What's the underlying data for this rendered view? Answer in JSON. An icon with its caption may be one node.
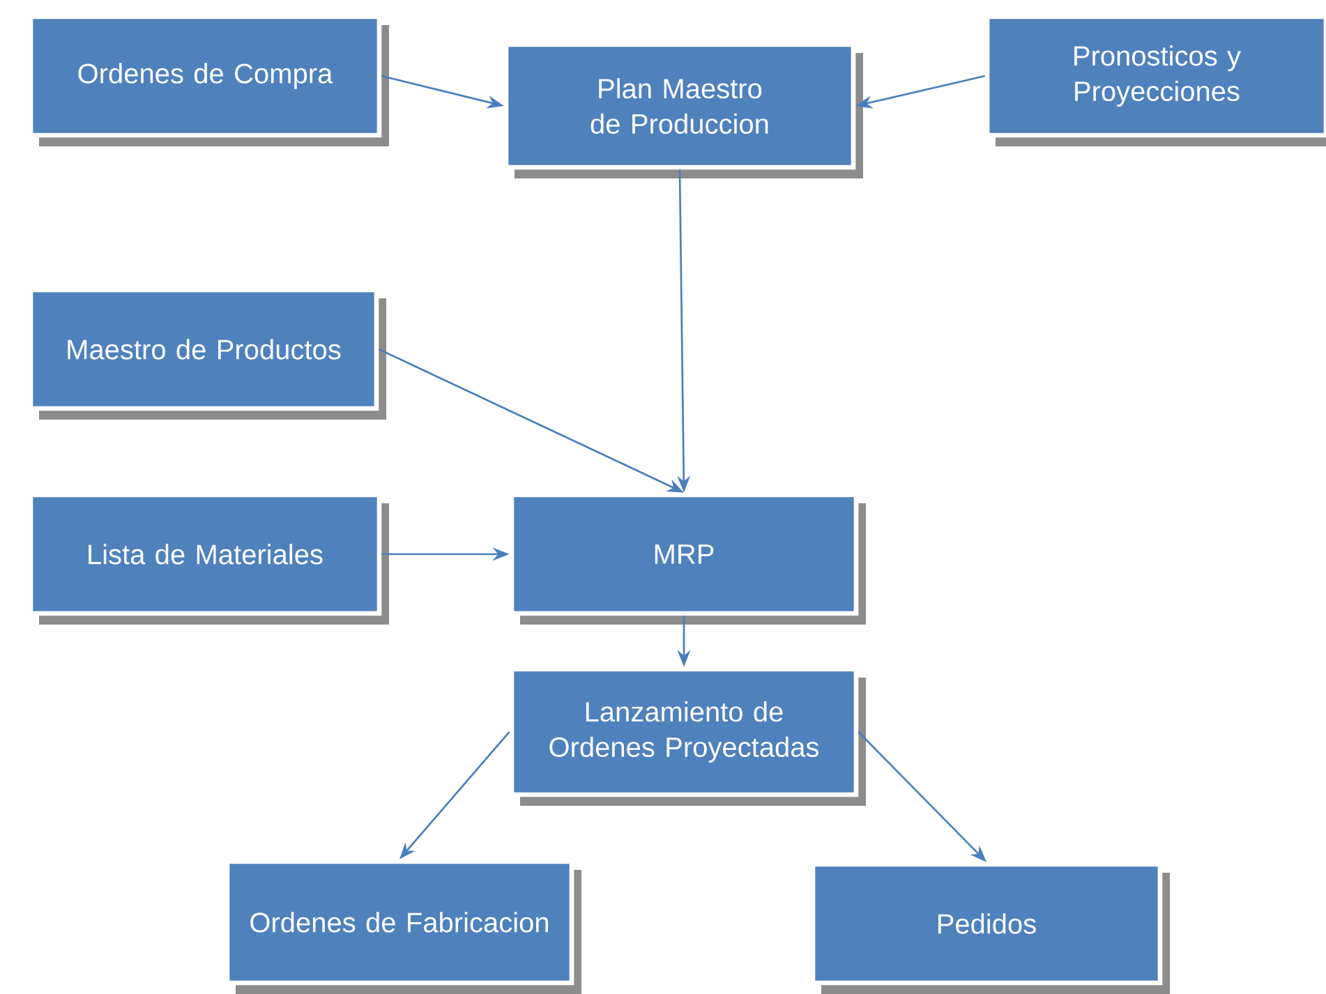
{
  "diagram": {
    "nodes": [
      {
        "text": [
          "Ordenes de Compra"
        ]
      },
      {
        "text": [
          "Plan Maestro de Produccion"
        ]
      },
      {
        "text": [
          "Pronosticos y Proyecciones"
        ]
      },
      {
        "text": [
          "Maestro de Productos"
        ]
      },
      {
        "text": [
          "Lista de Materiales"
        ]
      },
      {
        "text": [
          "MRP"
        ]
      },
      {
        "text": [
          "Lanzamiento de Ordenes Proyectadas"
        ]
      },
      {
        "text": [
          "Ordenes de Fabricacion"
        ]
      },
      {
        "text": [
          "Pedidos"
        ]
      }
    ],
    "edges": [
      {
        "from": 0,
        "to": 1,
        "arrow": "to"
      },
      {
        "from": 2,
        "to": 1,
        "arrow": "to"
      },
      {
        "from": 1,
        "to": 5,
        "arrow": "to"
      },
      {
        "from": 3,
        "to": 5,
        "arrow": "to"
      },
      {
        "from": 4,
        "to": 5,
        "arrow": "to"
      },
      {
        "from": 5,
        "to": 6,
        "arrow": "to"
      },
      {
        "from": 6,
        "to": 7,
        "arrow": "to"
      },
      {
        "from": 6,
        "to": 8,
        "arrow": "to"
      }
    ]
  }
}
